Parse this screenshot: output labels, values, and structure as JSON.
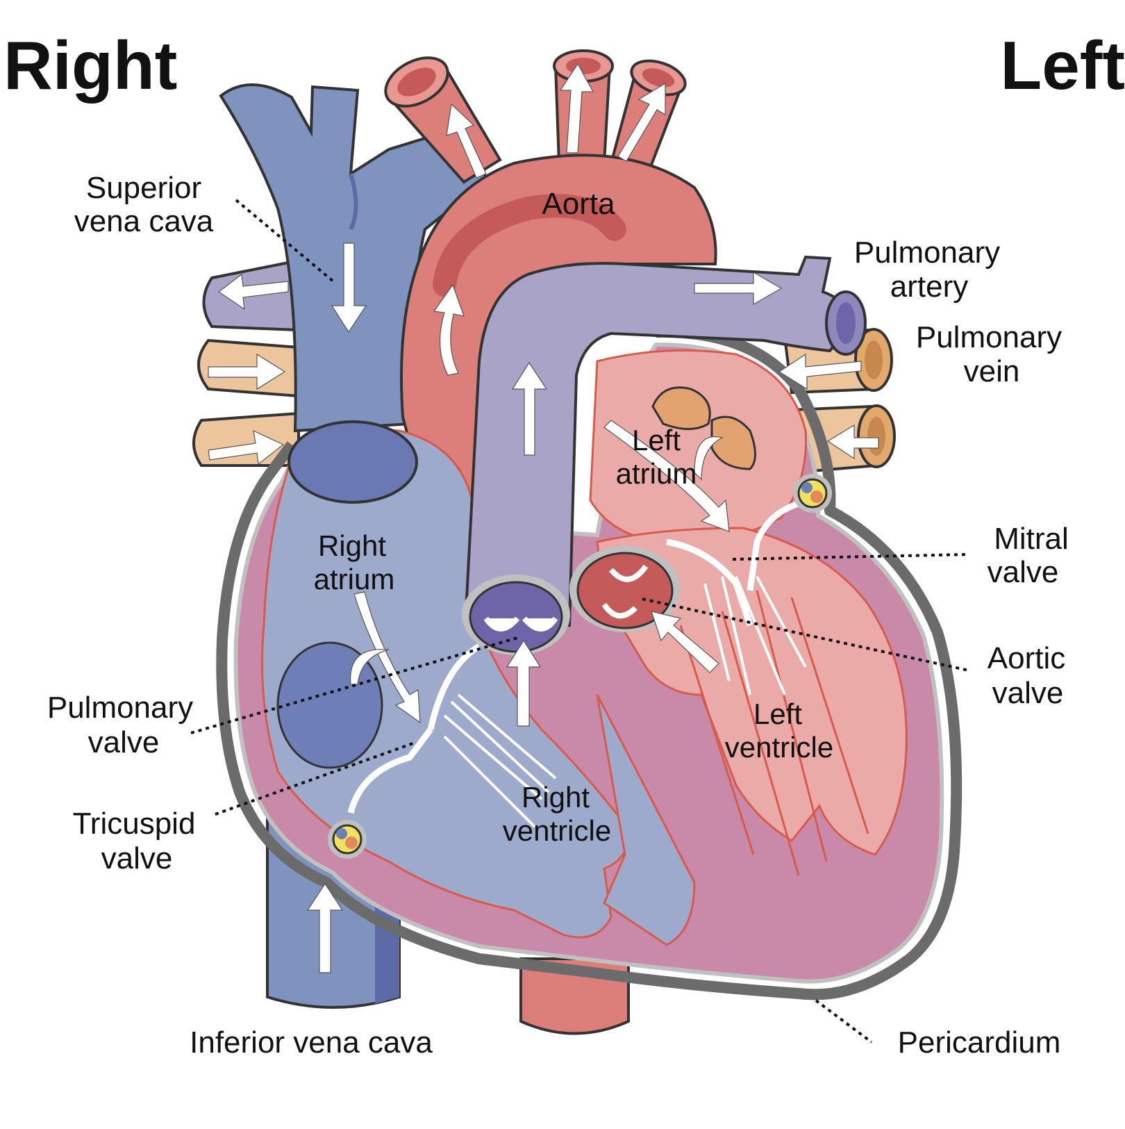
{
  "sides": {
    "right": "Right",
    "left": "Left"
  },
  "labels": {
    "superior_vena_cava": [
      "Superior",
      "vena  cava"
    ],
    "aorta": "Aorta",
    "pulmonary_artery": [
      "Pulmonary",
      "artery"
    ],
    "pulmonary_vein": [
      "Pulmonary",
      "vein"
    ],
    "left_atrium": [
      "Left",
      "atrium"
    ],
    "right_atrium": [
      "Right",
      "atrium"
    ],
    "mitral_valve": [
      "Mitral",
      "valve"
    ],
    "aortic_valve": [
      "Aortic",
      "valve"
    ],
    "pulmonary_valve": [
      "Pulmonary",
      "valve"
    ],
    "tricuspid_valve": [
      "Tricuspid",
      "valve"
    ],
    "left_ventricle": [
      "Left",
      "ventricle"
    ],
    "right_ventricle": [
      "Right",
      "ventricle"
    ],
    "inferior_vena_cava": "Inferior vena cava",
    "pericardium": "Pericardium"
  },
  "colors": {
    "deoxygenated_vein": "#7f93bf",
    "deoxygenated_dark": "#5c6aa6",
    "oxygenated_artery": "#dc7f7a",
    "oxygenated_dark": "#c45a5a",
    "pulmonary_artery": "#aaa3c8",
    "pulmonary_vein": "#edc59c",
    "pericardium": "#6b6b6b",
    "myocardium": "#c98aaa",
    "left_chambers": "#e9aaa8",
    "right_chambers": "#9eaacb"
  }
}
